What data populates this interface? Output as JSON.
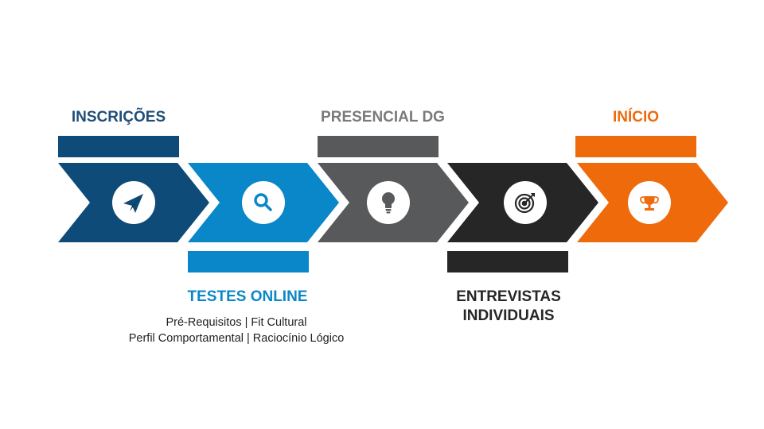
{
  "steps": [
    {
      "title": "INSCRIÇÕES",
      "color": "#0f4b78",
      "icon": "paper-plane-icon"
    },
    {
      "title": "TESTES ONLINE",
      "color": "#0a87c8",
      "icon": "search-icon",
      "details": [
        "Pré-Requisitos | Fit Cultural",
        "Perfil Comportamental | Raciocínio Lógico"
      ]
    },
    {
      "title": "PRESENCIAL DG",
      "color": "#58595b",
      "icon": "lightbulb-icon"
    },
    {
      "title": "ENTREVISTAS\nINDIVIDUAIS",
      "color": "#262626",
      "icon": "target-icon"
    },
    {
      "title": "INÍCIO",
      "color": "#ef6a0b",
      "icon": "trophy-icon"
    }
  ],
  "colors": {
    "title_inscricoes": "#1f4e79",
    "title_testes": "#0a87c8",
    "title_presencial": "#7a7a7a",
    "title_entrevistas": "#262626",
    "title_inicio": "#ef6a0b",
    "icon_circle": "#ffffff"
  }
}
